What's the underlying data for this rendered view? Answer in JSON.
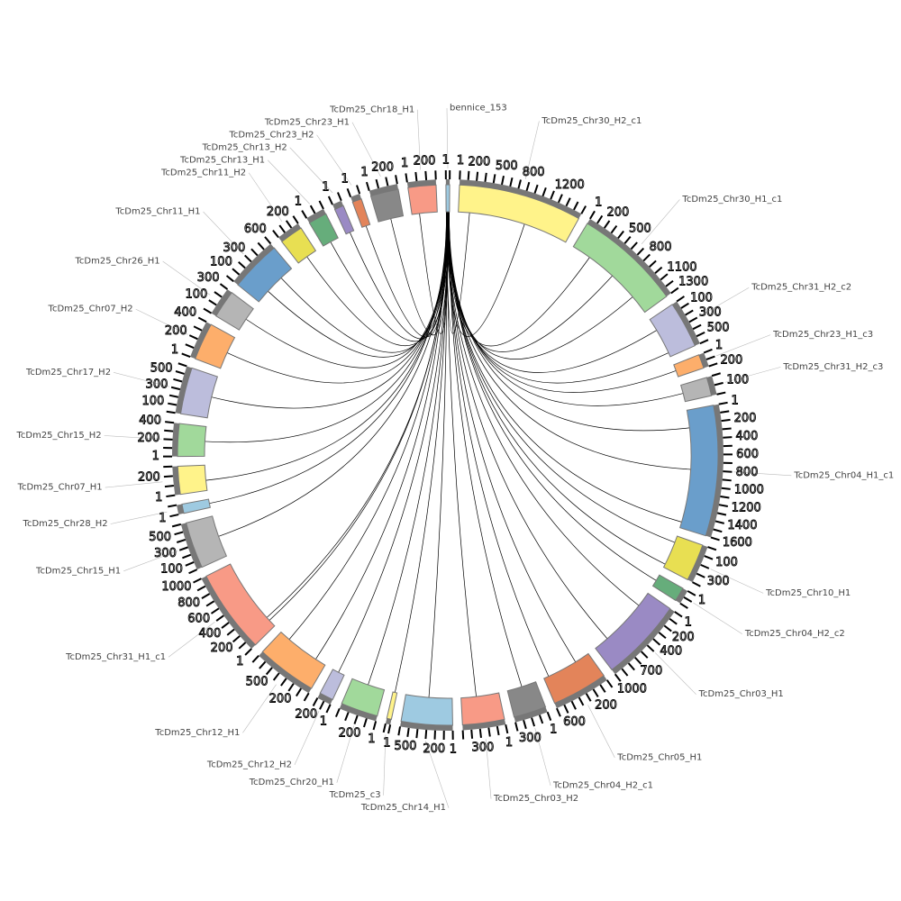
{
  "tick_step": 100,
  "link_color": "#000000",
  "segments": [
    {
      "label": "bennice_153",
      "color": "#9ecae1",
      "length": 0.8
    },
    {
      "label": "TcDm25_Chr30_H2_c1",
      "color": "#fff38a",
      "length": 26.5
    },
    {
      "label": "TcDm25_Chr30_H1_c1",
      "color": "#a1d99b",
      "length": 23
    },
    {
      "label": "TcDm25_Chr31_H2_c2",
      "color": "#bcbddc",
      "length": 10
    },
    {
      "label": "TcDm25_Chr23_H1_c3",
      "color": "#fdae6b",
      "length": 3
    },
    {
      "label": "TcDm25_Chr31_H2_c3",
      "color": "#b5b5b5",
      "length": 4
    },
    {
      "label": "TcDm25_Chr04_H1_c1",
      "color": "#6a9ecb",
      "length": 28
    },
    {
      "label": "TcDm25_Chr10_H1",
      "color": "#e8df52",
      "length": 8
    },
    {
      "label": "TcDm25_Chr04_H2_c2",
      "color": "#66ad7b",
      "length": 3
    },
    {
      "label": "TcDm25_Chr03_H1",
      "color": "#9a8ac4",
      "length": 18
    },
    {
      "label": "TcDm25_Chr05_H1",
      "color": "#e3845a",
      "length": 12
    },
    {
      "label": "TcDm25_Chr04_H2_c1",
      "color": "#888888",
      "length": 7
    },
    {
      "label": "TcDm25_Chr03_H2",
      "color": "#f89a86",
      "length": 9
    },
    {
      "label": "TcDm25_Chr14_H1",
      "color": "#9ecae1",
      "length": 11
    },
    {
      "label": "TcDm25_c3",
      "color": "#fff38a",
      "length": 1
    },
    {
      "label": "TcDm25_Chr20_H1",
      "color": "#a1d99b",
      "length": 8
    },
    {
      "label": "TcDm25_Chr12_H2",
      "color": "#bcbddc",
      "length": 3
    },
    {
      "label": "TcDm25_Chr12_H1",
      "color": "#fdae6b",
      "length": 13
    },
    {
      "label": "TcDm25_Chr31_H1_c1",
      "color": "#f89a86",
      "length": 18
    },
    {
      "label": "TcDm25_Chr15_H1",
      "color": "#b5b5b5",
      "length": 10
    },
    {
      "label": "TcDm25_Chr28_H2",
      "color": "#9ecae1",
      "length": 2
    },
    {
      "label": "TcDm25_Chr07_H1",
      "color": "#fff38a",
      "length": 6
    },
    {
      "label": "TcDm25_Chr15_H2",
      "color": "#a1d99b",
      "length": 7
    },
    {
      "label": "TcDm25_Chr17_H2",
      "color": "#bcbddc",
      "length": 10
    },
    {
      "label": "TcDm25_Chr07_H2",
      "color": "#fdae6b",
      "length": 8
    },
    {
      "label": "TcDm25_Chr26_H1",
      "color": "#b5b5b5",
      "length": 6
    },
    {
      "label": "TcDm25_Chr11_H1",
      "color": "#6a9ecb",
      "length": 11
    },
    {
      "label": "TcDm25_Chr11_H2",
      "color": "#e8df52",
      "length": 5
    },
    {
      "label": "TcDm25_Chr13_H1",
      "color": "#66ad7b",
      "length": 4
    },
    {
      "label": "TcDm25_Chr13_H2",
      "color": "#9a8ac4",
      "length": 2
    },
    {
      "label": "TcDm25_Chr23_H2",
      "color": "#e3845a",
      "length": 2
    },
    {
      "label": "TcDm25_Chr23_H1",
      "color": "#888888",
      "length": 6
    },
    {
      "label": "TcDm25_Chr18_H1",
      "color": "#f89a86",
      "length": 6
    }
  ],
  "links": [
    {
      "from": 0,
      "to": 1,
      "pos": 0.1
    },
    {
      "from": 0,
      "to": 1,
      "pos": 0.6
    },
    {
      "from": 0,
      "to": 2,
      "pos": 0.2
    },
    {
      "from": 0,
      "to": 2,
      "pos": 0.5
    },
    {
      "from": 0,
      "to": 2,
      "pos": 0.8
    },
    {
      "from": 0,
      "to": 3,
      "pos": 0.3
    },
    {
      "from": 0,
      "to": 3,
      "pos": 0.9
    },
    {
      "from": 0,
      "to": 4,
      "pos": 0.5
    },
    {
      "from": 0,
      "to": 5,
      "pos": 0.5
    },
    {
      "from": 0,
      "to": 6,
      "pos": 0.15
    },
    {
      "from": 0,
      "to": 6,
      "pos": 0.5
    },
    {
      "from": 0,
      "to": 6,
      "pos": 0.95
    },
    {
      "from": 0,
      "to": 7,
      "pos": 0.2
    },
    {
      "from": 0,
      "to": 7,
      "pos": 0.9
    },
    {
      "from": 0,
      "to": 8,
      "pos": 0.5
    },
    {
      "from": 0,
      "to": 9,
      "pos": 0.2
    },
    {
      "from": 0,
      "to": 9,
      "pos": 0.8
    },
    {
      "from": 0,
      "to": 10,
      "pos": 0.3
    },
    {
      "from": 0,
      "to": 10,
      "pos": 0.9
    },
    {
      "from": 0,
      "to": 11,
      "pos": 0.5
    },
    {
      "from": 0,
      "to": 12,
      "pos": 0.6
    },
    {
      "from": 0,
      "to": 13,
      "pos": 0.5
    },
    {
      "from": 0,
      "to": 14,
      "pos": 0.5
    },
    {
      "from": 0,
      "to": 15,
      "pos": 0.5
    },
    {
      "from": 0,
      "to": 16,
      "pos": 0.5
    },
    {
      "from": 0,
      "to": 17,
      "pos": 0.2
    },
    {
      "from": 0,
      "to": 17,
      "pos": 0.8
    },
    {
      "from": 0,
      "to": 18,
      "pos": 0.1
    },
    {
      "from": 0,
      "to": 18,
      "pos": 0.15
    },
    {
      "from": 0,
      "to": 19,
      "pos": 0.5
    },
    {
      "from": 0,
      "to": 20,
      "pos": 0.5
    },
    {
      "from": 0,
      "to": 21,
      "pos": 0.4
    },
    {
      "from": 0,
      "to": 22,
      "pos": 0.5
    },
    {
      "from": 0,
      "to": 23,
      "pos": 0.5
    },
    {
      "from": 0,
      "to": 24,
      "pos": 0.5
    },
    {
      "from": 0,
      "to": 25,
      "pos": 0.5
    },
    {
      "from": 0,
      "to": 26,
      "pos": 0.3
    },
    {
      "from": 0,
      "to": 26,
      "pos": 0.7
    },
    {
      "from": 0,
      "to": 27,
      "pos": 0.5
    },
    {
      "from": 0,
      "to": 28,
      "pos": 0.5
    },
    {
      "from": 0,
      "to": 29,
      "pos": 0.5
    },
    {
      "from": 0,
      "to": 30,
      "pos": 0.5
    },
    {
      "from": 0,
      "to": 31,
      "pos": 0.5
    },
    {
      "from": 0,
      "to": 32,
      "pos": 0.3
    }
  ]
}
